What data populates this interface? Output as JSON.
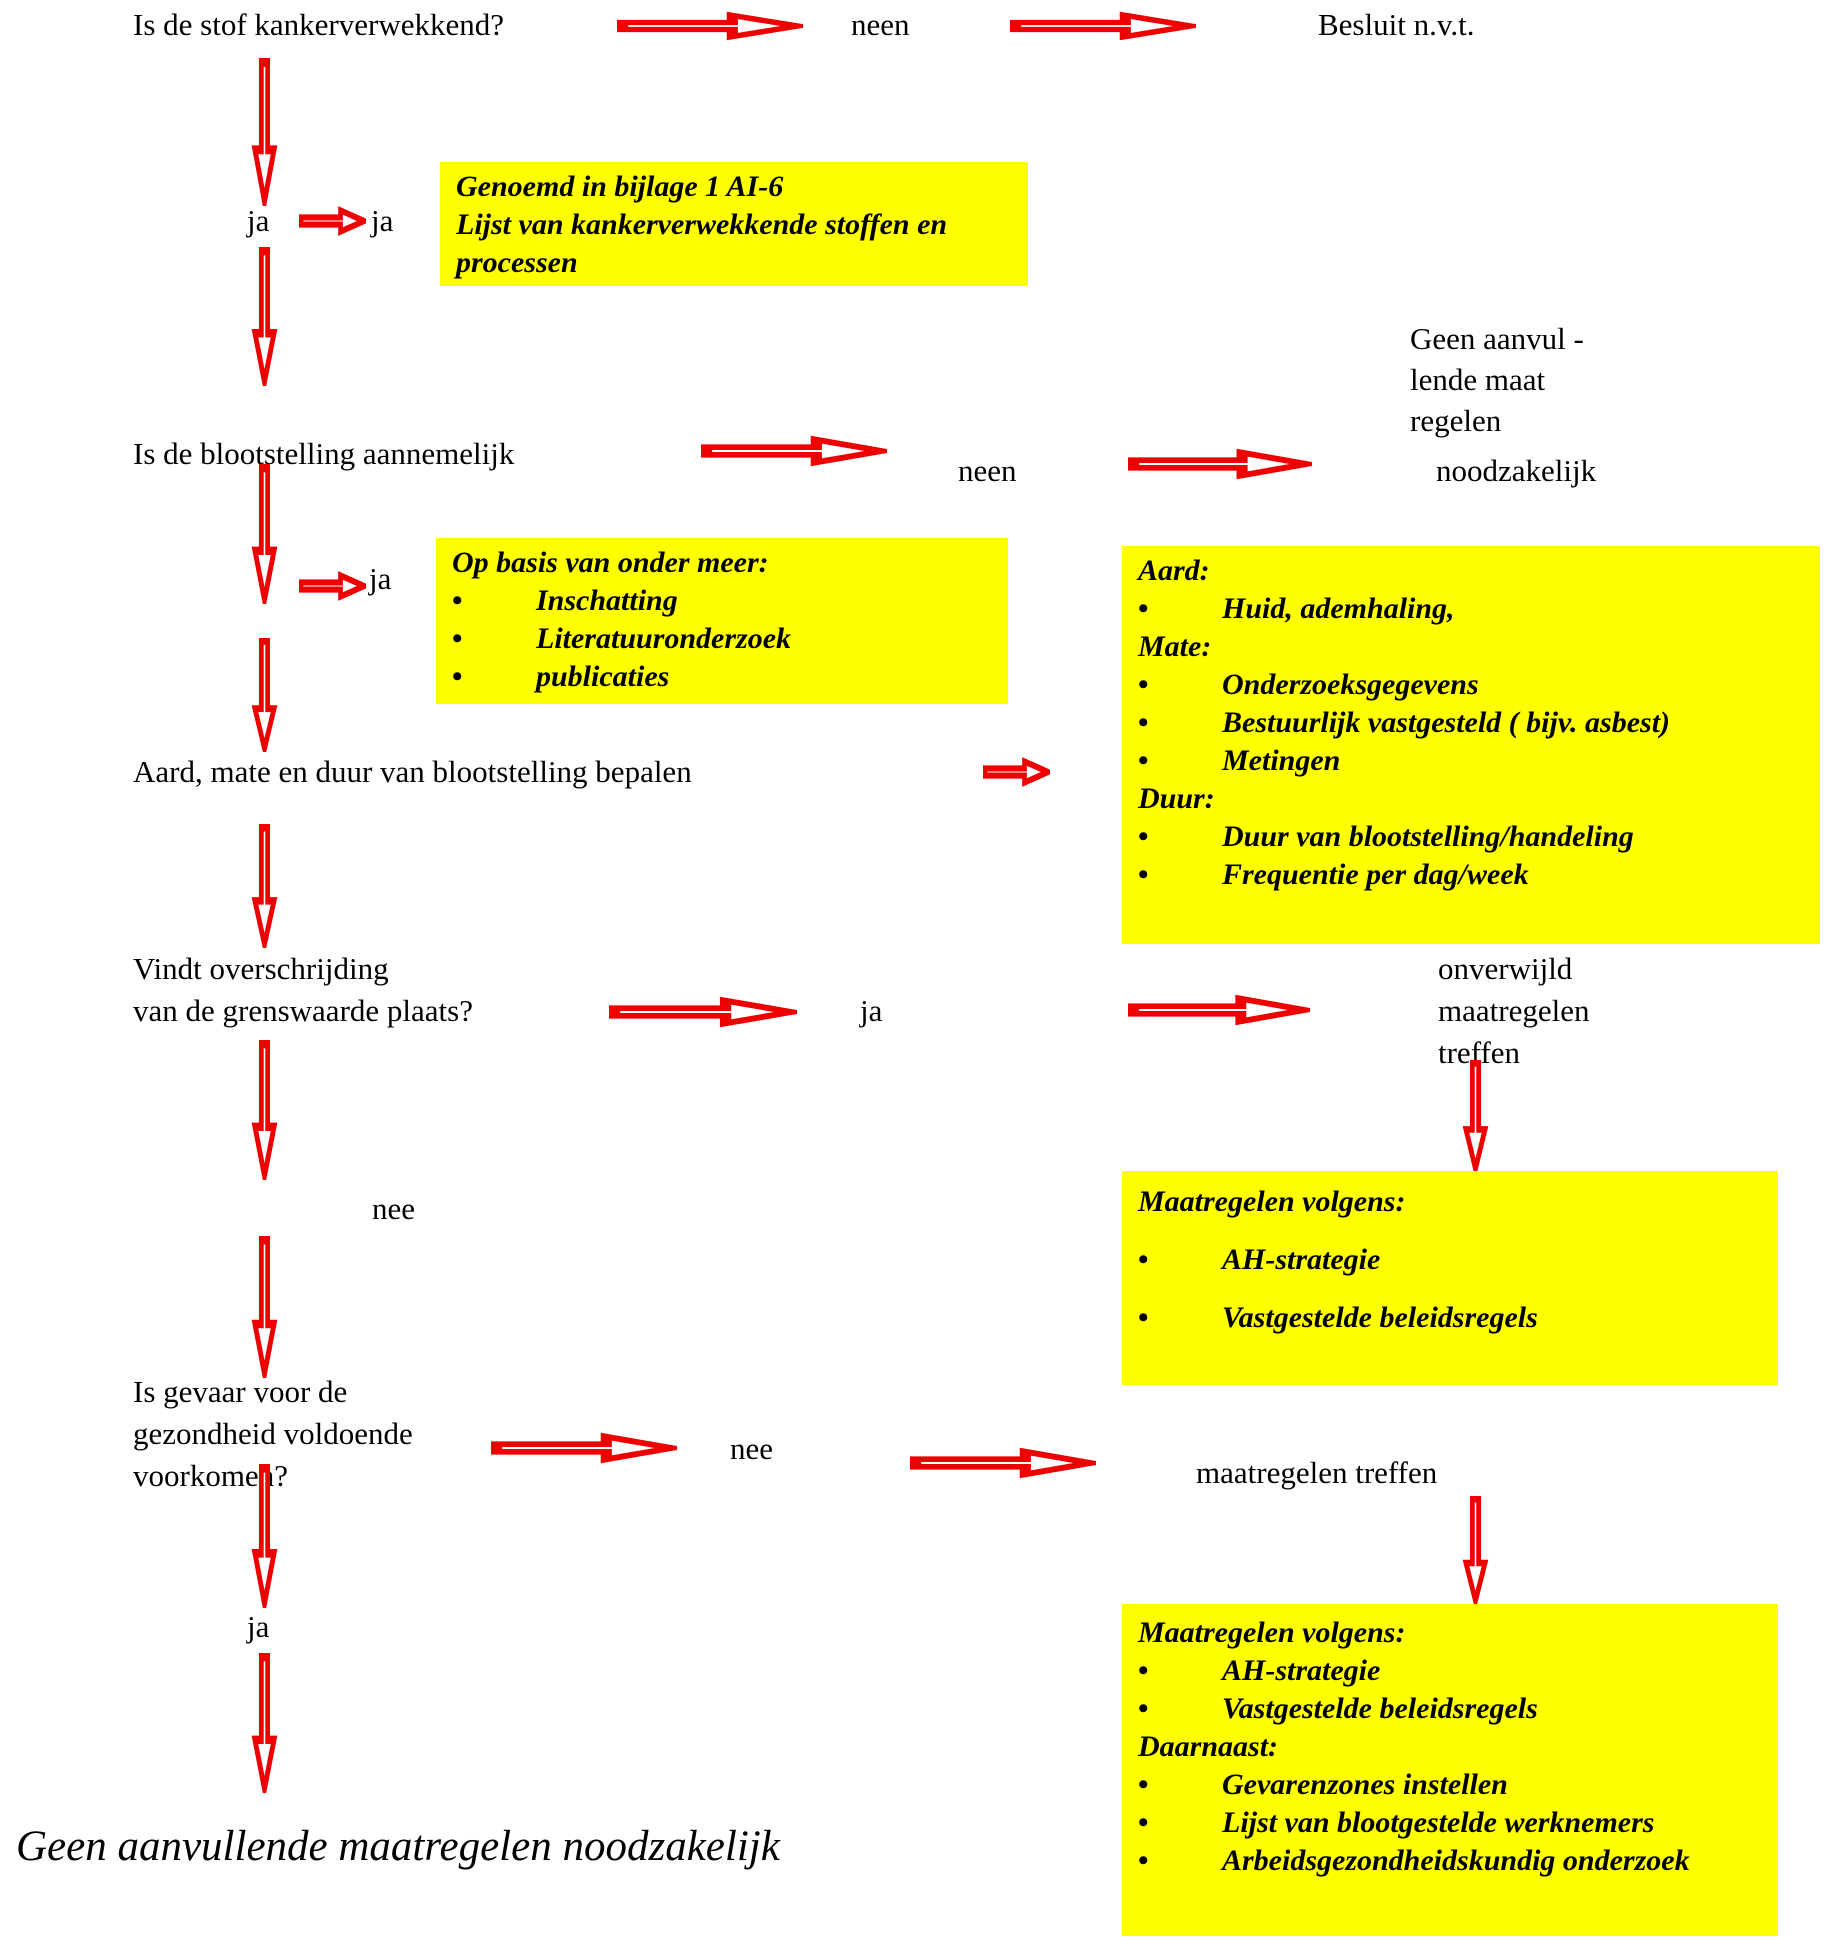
{
  "colors": {
    "arrow_red": "#ee0000",
    "box_yellow": "#ffff00",
    "text": "#000000"
  },
  "glyphs": {
    "bullet": "•"
  },
  "labels": {
    "q1": "Is de stof kankerverwekkend?",
    "neen_top": "neen",
    "besluit": "Besluit n.v.t.",
    "ja_1a": "ja",
    "ja_1b": "ja",
    "q2": "Is de blootstelling aannemelijk",
    "neen_2": "neen",
    "geen_aanvullende": "Geen aanvul -\nlende maat\nregelen",
    "noodzakelijk": "noodzakelijk",
    "ja_2": "ja",
    "q3": "Aard, mate en duur van blootstelling bepalen",
    "q4": "Vindt overschrijding\nvan de grenswaarde plaats?",
    "ja_3": "ja",
    "onverwijld": "onverwijld\nmaatregelen\ntreffen",
    "nee_1": "nee",
    "q5": "Is gevaar voor de\ngezondheid voldoende\nvoorkomen?",
    "nee_2": "nee",
    "maatregelen_treffen": "maatregelen treffen",
    "ja_4": "ja",
    "final": "Geen aanvullende maatregelen noodzakelijk"
  },
  "boxes": {
    "b1": {
      "lines": [
        {
          "t": "Genoemd in bijlage 1 AI-6",
          "b": false
        },
        {
          "t": "Lijst van kankerverwekkende stoffen en",
          "b": false
        },
        {
          "t": "processen",
          "b": false
        }
      ]
    },
    "b2": {
      "lines": [
        {
          "t": "Op basis van onder meer:",
          "b": false
        },
        {
          "t": "Inschatting",
          "b": true
        },
        {
          "t": "Literatuuronderzoek",
          "b": true
        },
        {
          "t": "publicaties",
          "b": true
        }
      ]
    },
    "b3": {
      "lines": [
        {
          "t": "Aard:",
          "b": false
        },
        {
          "t": "Huid, ademhaling,",
          "b": true
        },
        {
          "t": "Mate:",
          "b": false
        },
        {
          "t": "Onderzoeksgegevens",
          "b": true
        },
        {
          "t": "Bestuurlijk vastgesteld ( bijv. asbest)",
          "b": true
        },
        {
          "t": "Metingen",
          "b": true
        },
        {
          "t": "Duur:",
          "b": false
        },
        {
          "t": "Duur van blootstelling/handeling",
          "b": true
        },
        {
          "t": "Frequentie per dag/week",
          "b": true
        }
      ]
    },
    "b4": {
      "lines": [
        {
          "t": "Maatregelen volgens:",
          "b": false
        },
        {
          "t": "AH-strategie",
          "b": true
        },
        {
          "t": "Vastgestelde beleidsregels",
          "b": true
        }
      ]
    },
    "b5": {
      "lines": [
        {
          "t": "Maatregelen volgens:",
          "b": false
        },
        {
          "t": "AH-strategie",
          "b": true
        },
        {
          "t": "Vastgestelde beleidsregels",
          "b": true
        },
        {
          "t": "Daarnaast:",
          "b": false
        },
        {
          "t": "Gevarenzones instellen",
          "b": true
        },
        {
          "t": "Lijst van blootgestelde werknemers",
          "b": true
        },
        {
          "t": "Arbeidsgezondheidskundig onderzoek",
          "b": true
        }
      ]
    }
  }
}
